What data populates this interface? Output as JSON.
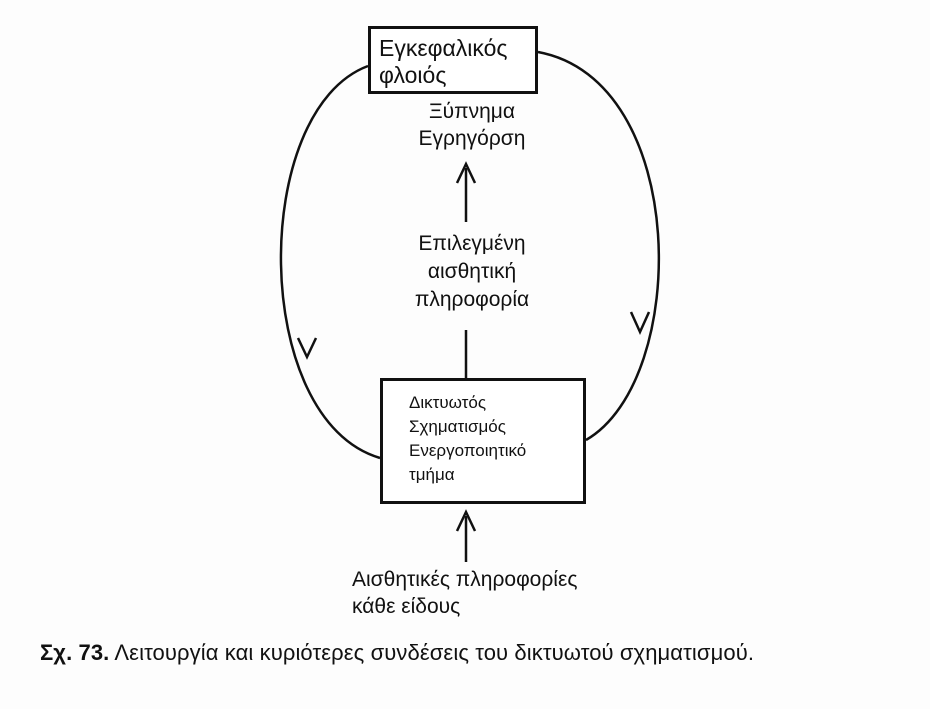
{
  "diagram": {
    "cortex_box": {
      "lines": [
        "Εγκεφαλικός",
        "φλοιός"
      ]
    },
    "wake_label": {
      "lines": [
        "Ξύπνημα",
        "Εγρηγόρση"
      ]
    },
    "selected_info_label": {
      "lines": [
        "Επιλεγμένη",
        "αισθητική",
        "πληροφορία"
      ]
    },
    "reticular_box": {
      "lines": [
        "Δικτυωτός",
        "Σχηματισμός",
        "Ενεργοποιητικό",
        "τμήμα"
      ]
    },
    "sensory_input_label": {
      "lines": [
        "Αισθητικές πληροφορίες",
        "κάθε είδους"
      ]
    }
  },
  "caption": {
    "figure_number": "Σχ. 73.",
    "text": "Λειτουργία και κυριότερες συνδέσεις του δικτυωτού σχηματισμού."
  },
  "colors": {
    "ink": "#111111",
    "paper": "#fdfdfd"
  }
}
